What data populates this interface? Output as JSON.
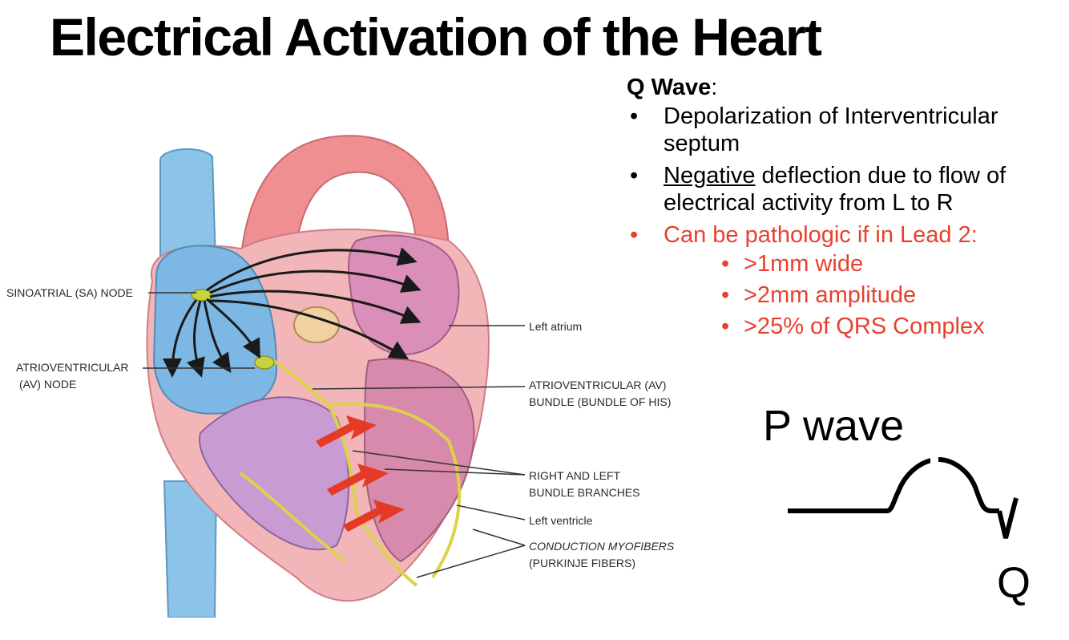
{
  "title": "Electrical Activation of the Heart",
  "diagram_labels": {
    "sa_node": "SINOATRIAL (SA) NODE",
    "av_node_1": "ATRIOVENTRICULAR",
    "av_node_2": "(AV) NODE",
    "left_atrium": "Left atrium",
    "av_bundle_1": "ATRIOVENTRICULAR (AV)",
    "av_bundle_2": "BUNDLE (BUNDLE OF HIS)",
    "bundle_branches_1": "RIGHT AND LEFT",
    "bundle_branches_2": "BUNDLE BRANCHES",
    "left_ventricle": "Left ventricle",
    "purkinje_1": "CONDUCTION MYOFIBERS",
    "purkinje_2": "(PURKINJE FIBERS)"
  },
  "q_wave": {
    "heading": "Q Wave",
    "heading_suffix": ":",
    "bullet1": "Depolarization of Interventricular septum",
    "bullet2_underlined": "Negative",
    "bullet2_rest": " deflection due to flow of electrical activity from L to R",
    "bullet3": "Can be pathologic if in Lead 2:",
    "sub_bullets": [
      ">1mm wide",
      ">2mm amplitude",
      ">25% of QRS Complex"
    ]
  },
  "waveform": {
    "p_label": "P wave",
    "q_label": "Q"
  },
  "colors": {
    "red_text": "#e8402f",
    "arrow_red": "#e53a26",
    "aorta": "#ef8f92",
    "vena_cava": "#8cc3e8",
    "chamber": "#d98fb8",
    "conduction": "#dcd24a"
  }
}
